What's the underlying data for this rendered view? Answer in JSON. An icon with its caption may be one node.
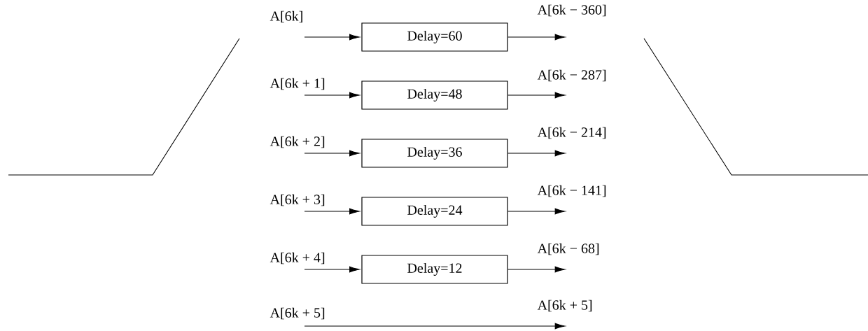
{
  "diagram": {
    "nodes": [
      {
        "text": [
          "A[6k]"
        ]
      },
      {
        "text": [
          "Delay=60"
        ]
      },
      {
        "text": [
          "A[6k − 360]"
        ]
      },
      {
        "text": [
          "A[6k + 1]"
        ]
      },
      {
        "text": [
          "Delay=48"
        ]
      },
      {
        "text": [
          "A[6k − 287]"
        ]
      },
      {
        "text": [
          "A[6k + 2]"
        ]
      },
      {
        "text": [
          "Delay=36"
        ]
      },
      {
        "text": [
          "A[6k − 214]"
        ]
      },
      {
        "text": [
          "A[6k + 3]"
        ]
      },
      {
        "text": [
          "Delay=24"
        ]
      },
      {
        "text": [
          "A[6k − 141]"
        ]
      },
      {
        "text": [
          "A[6k + 4]"
        ]
      },
      {
        "text": [
          "Delay=12"
        ]
      },
      {
        "text": [
          "A[6k − 68]"
        ]
      },
      {
        "text": [
          "A[6k + 5]"
        ]
      },
      {
        "text": [
          "A[6k + 5]"
        ]
      }
    ],
    "edges": [
      {
        "from": 0,
        "to": 1,
        "arrow": "to"
      },
      {
        "from": 1,
        "to": 2,
        "arrow": "to"
      },
      {
        "from": 3,
        "to": 4,
        "arrow": "to"
      },
      {
        "from": 4,
        "to": 5,
        "arrow": "to"
      },
      {
        "from": 6,
        "to": 7,
        "arrow": "to"
      },
      {
        "from": 7,
        "to": 8,
        "arrow": "to"
      },
      {
        "from": 9,
        "to": 10,
        "arrow": "to"
      },
      {
        "from": 10,
        "to": 11,
        "arrow": "to"
      },
      {
        "from": 12,
        "to": 13,
        "arrow": "to"
      },
      {
        "from": 13,
        "to": 14,
        "arrow": "to"
      },
      {
        "from": 15,
        "to": 16,
        "arrow": "to"
      }
    ]
  }
}
